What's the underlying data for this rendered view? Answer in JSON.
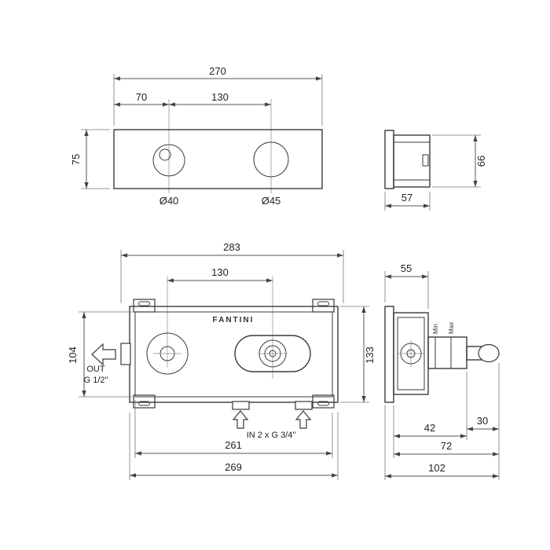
{
  "drawing": {
    "trim_front": {
      "width_total": "270",
      "offset_left": "70",
      "spacing": "130",
      "height": "75",
      "hole_left": "Ø40",
      "hole_right": "Ø45"
    },
    "trim_side": {
      "depth": "57",
      "height": "66"
    },
    "rough_front": {
      "brand": "FANTINI",
      "width_overall": "283",
      "spacing": "130",
      "height_plate": "104",
      "height_box": "133",
      "out_label": "OUT",
      "out_thread": "G 1/2\"",
      "in_label": "IN 2 x G 3/4\"",
      "width_inner": "261",
      "width_outer": "269"
    },
    "rough_side": {
      "depth_box": "55",
      "min_label": "Min",
      "max_label": "Max",
      "min_depth": "42",
      "tip_extra": "30",
      "max_depth": "72",
      "total_depth": "102"
    }
  }
}
